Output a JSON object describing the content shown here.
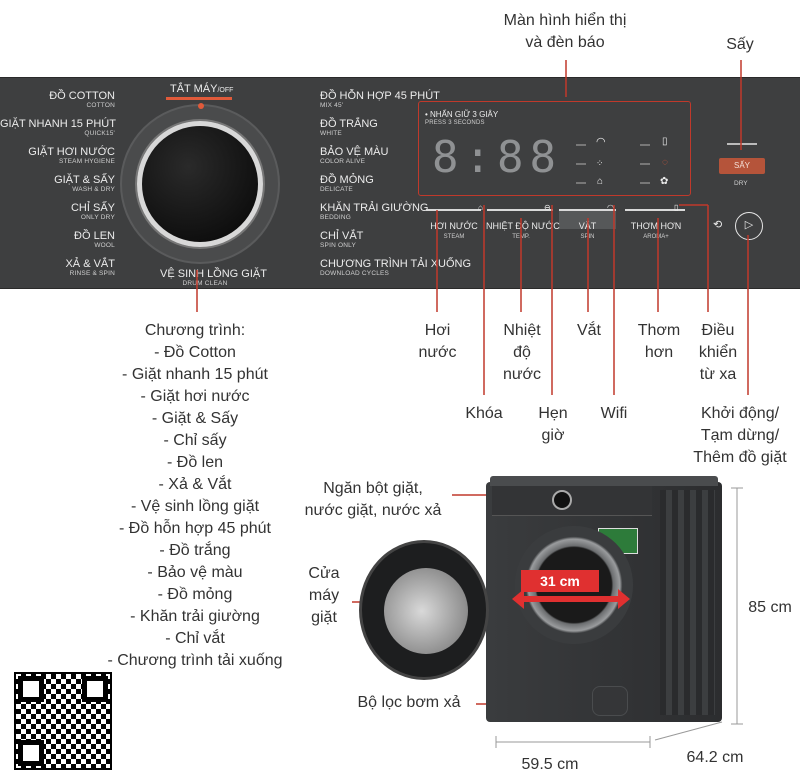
{
  "callouts": {
    "display": [
      "Màn hình hiển thị",
      "và đèn báo"
    ],
    "dry": "Sấy",
    "steam": [
      "Hơi",
      "nước"
    ],
    "temp": [
      "Nhiệt",
      "độ",
      "nước"
    ],
    "spin": "Vắt",
    "aroma": [
      "Thơm",
      "hơn"
    ],
    "remote": [
      "Điều",
      "khiển",
      "từ xa"
    ],
    "lock": "Khóa",
    "timer": [
      "Hẹn",
      "giờ"
    ],
    "wifi": "Wifi",
    "start": [
      "Khởi động/",
      "Tạm dừng/",
      "Thêm đồ giặt"
    ],
    "detergent": [
      "Ngăn bột giặt,",
      "nước giặt, nước xả"
    ],
    "door": [
      "Cửa",
      "máy",
      "giặt"
    ],
    "filter": "Bộ lọc bơm xả"
  },
  "dimensions": {
    "opening": "31 cm",
    "height": "85 cm",
    "width": "59.5 cm",
    "depth": "64.2 cm"
  },
  "programs_title": "Chương trình:",
  "programs": [
    "- Đồ Cotton",
    "- Giặt nhanh 15 phút",
    "- Giặt hơi nước",
    "- Giặt & Sấy",
    "- Chỉ sấy",
    "- Đồ len",
    "- Xả & Vắt",
    "- Vệ sinh lồng giặt",
    "- Đồ hỗn hợp 45 phút",
    "- Đồ trắng",
    "- Bảo vệ màu",
    "- Đồ mỏng",
    "- Khăn trải giường",
    "- Chỉ vắt",
    "- Chương trình tải xuống"
  ],
  "panel": {
    "off": "TẮT MÁY",
    "off_en": "/OFF",
    "left": [
      {
        "vi": "ĐỒ COTTON",
        "en": "COTTON"
      },
      {
        "vi": "GIẶT NHANH 15 PHÚT",
        "en": "QUICK15'"
      },
      {
        "vi": "GIẶT HƠI NƯỚC",
        "en": "STEAM HYGIENE"
      },
      {
        "vi": "GIẶT & SẤY",
        "en": "WASH & DRY"
      },
      {
        "vi": "CHỈ SẤY",
        "en": "ONLY DRY"
      },
      {
        "vi": "ĐỒ LEN",
        "en": "WOOL"
      },
      {
        "vi": "XẢ & VẮT",
        "en": "RINSE & SPIN"
      }
    ],
    "right": [
      {
        "vi": "ĐỒ HỖN HỢP 45 PHÚT",
        "en": "MIX 45'"
      },
      {
        "vi": "ĐỒ TRẮNG",
        "en": "WHITE"
      },
      {
        "vi": "BẢO VỆ MÀU",
        "en": "COLOR ALIVE"
      },
      {
        "vi": "ĐỒ MỎNG",
        "en": "DELICATE"
      },
      {
        "vi": "KHĂN TRẢI GIƯỜNG",
        "en": "BEDDING"
      },
      {
        "vi": "CHỈ VẮT",
        "en": "SPIN ONLY"
      },
      {
        "vi": "CHƯƠNG TRÌNH TẢI XUỐNG",
        "en": "DOWNLOAD CYCLES"
      }
    ],
    "bottom": {
      "vi": "VỆ SINH LỒNG GIẶT",
      "en": "DRUM CLEAN"
    },
    "hold_vi": "NHẤN GIỮ 3 GIÂY",
    "hold_en": "PRESS 3 SECONDS",
    "digits": "8:88",
    "buttons": [
      {
        "vi": "HƠI NƯỚC",
        "en": "STEAM"
      },
      {
        "vi": "NHIỆT ĐỘ NƯỚC",
        "en": "TEMP."
      },
      {
        "vi": "VẮT",
        "en": "SPIN"
      },
      {
        "vi": "THƠM HƠN",
        "en": "AROMA+"
      }
    ],
    "dry_vi": "SẤY",
    "dry_en": "DRY"
  },
  "colors": {
    "panel": "#3e3f40",
    "accent_red": "#c0392b",
    "dry_button": "#b5543a",
    "arrow_red": "#e03030"
  }
}
